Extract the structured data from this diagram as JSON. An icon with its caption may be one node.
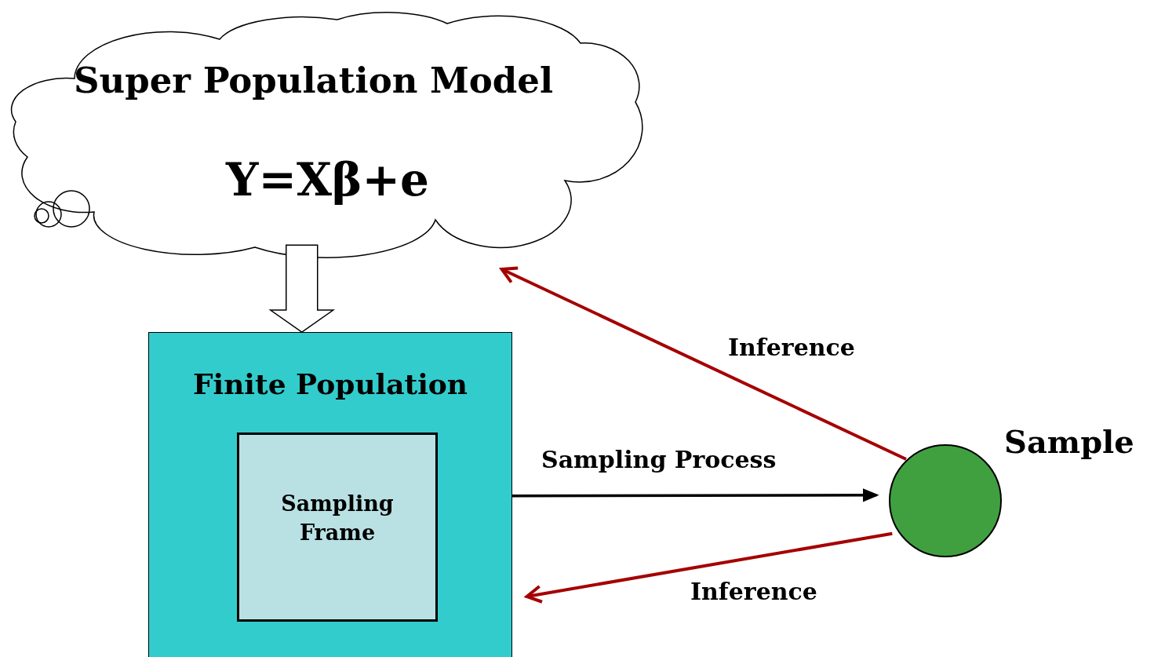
{
  "diagram": {
    "nodes": [
      {
        "text": [
          "Super Population Model",
          "Y=Xβ+e"
        ]
      },
      {
        "text": [
          "Finite Population"
        ]
      },
      {
        "text": [
          "Sampling Frame"
        ],
        "in": 1
      },
      {
        "text": [],
        "shape": "circle",
        "beside": [
          "Sample"
        ]
      }
    ],
    "edges": [
      {
        "from": 0,
        "to": 1,
        "arrow": "to",
        "style": "thick"
      },
      {
        "from": 1,
        "to": 3,
        "arrow": "to",
        "label": "Sampling Process",
        "color": "#000000"
      },
      {
        "from": 3,
        "to": 0,
        "arrow": "to",
        "label": "Inference",
        "color": "#a50000"
      },
      {
        "from": 3,
        "to": 1,
        "arrow": "to",
        "label": "Inference",
        "color": "#a50000"
      }
    ]
  }
}
